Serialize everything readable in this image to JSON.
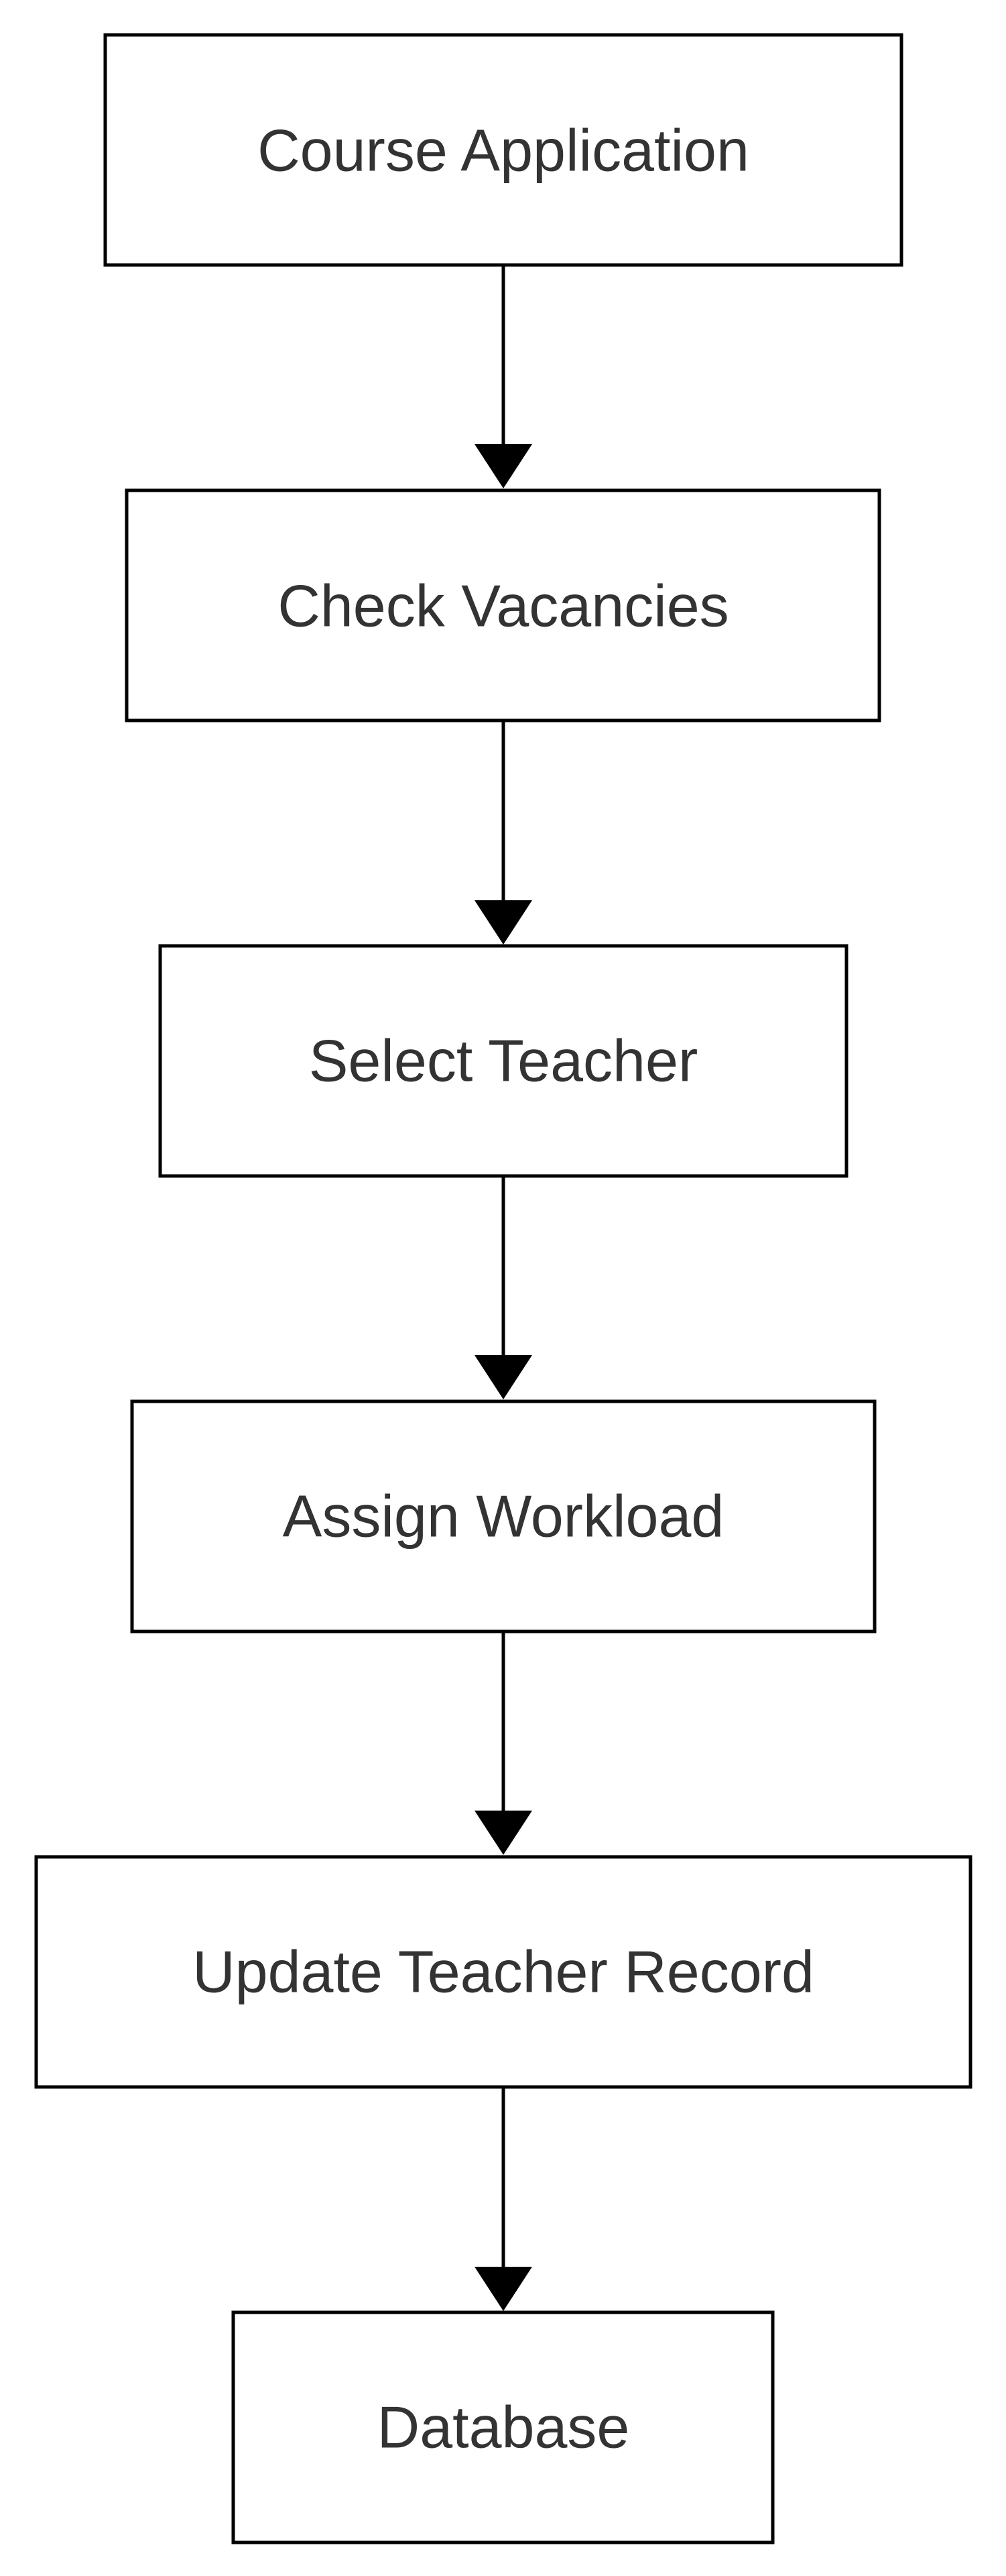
{
  "diagram": {
    "type": "flowchart",
    "direction": "top-to-bottom",
    "colors": {
      "background": "#ffffff",
      "box_stroke": "#000000",
      "box_fill": "#ffffff",
      "text": "#333333",
      "arrow": "#000000"
    },
    "nodes": [
      {
        "id": "course-application",
        "label": "Course Application"
      },
      {
        "id": "check-vacancies",
        "label": "Check Vacancies"
      },
      {
        "id": "select-teacher",
        "label": "Select Teacher"
      },
      {
        "id": "assign-workload",
        "label": "Assign Workload"
      },
      {
        "id": "update-teacher-record",
        "label": "Update Teacher Record"
      },
      {
        "id": "database",
        "label": "Database"
      }
    ],
    "edges": [
      {
        "from": "course-application",
        "to": "check-vacancies"
      },
      {
        "from": "check-vacancies",
        "to": "select-teacher"
      },
      {
        "from": "select-teacher",
        "to": "assign-workload"
      },
      {
        "from": "assign-workload",
        "to": "update-teacher-record"
      },
      {
        "from": "update-teacher-record",
        "to": "database"
      }
    ]
  }
}
